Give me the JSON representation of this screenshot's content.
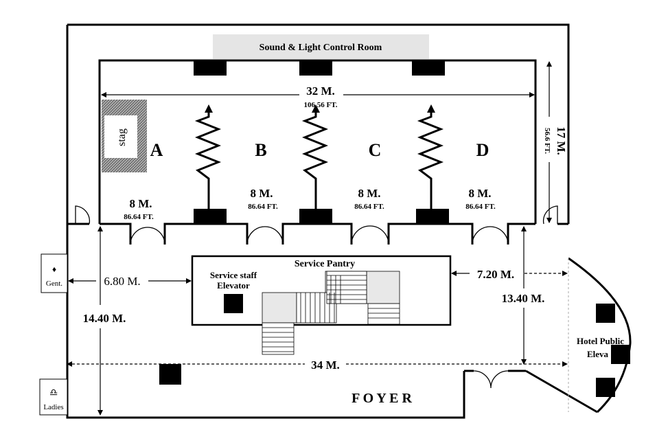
{
  "control_room": "Sound & Light Control Room",
  "stage_label": "stag",
  "hall_width": {
    "meters": "32 M.",
    "feet": "106.56 FT."
  },
  "hall_depth": {
    "meters": "17 M.",
    "feet": "56.6 FT."
  },
  "sections": [
    {
      "letter": "A",
      "meters": "8 M.",
      "feet": "86.64  FT."
    },
    {
      "letter": "B",
      "meters": "8 M.",
      "feet": "86.64  FT."
    },
    {
      "letter": "C",
      "meters": "8 M.",
      "feet": "86.64  FT."
    },
    {
      "letter": "D",
      "meters": "8 M.",
      "feet": "86.64  FT."
    }
  ],
  "restrooms": {
    "gents": "Gent.",
    "ladies": "Ladies",
    "gents_symbol": "♦",
    "ladies_symbol": "♎"
  },
  "service_pantry": "Service Pantry",
  "service_elevator": [
    "Service staff",
    "Elevator"
  ],
  "foyer": {
    "label": "F O Y E R",
    "width": "34 M.",
    "depth": "14.40 M.",
    "gap_left": "6.80 M.",
    "gap_right": "7.20 M.",
    "right_depth": "13.40 M."
  },
  "public_elevator": [
    "Hotel Public",
    "Eleva"
  ]
}
